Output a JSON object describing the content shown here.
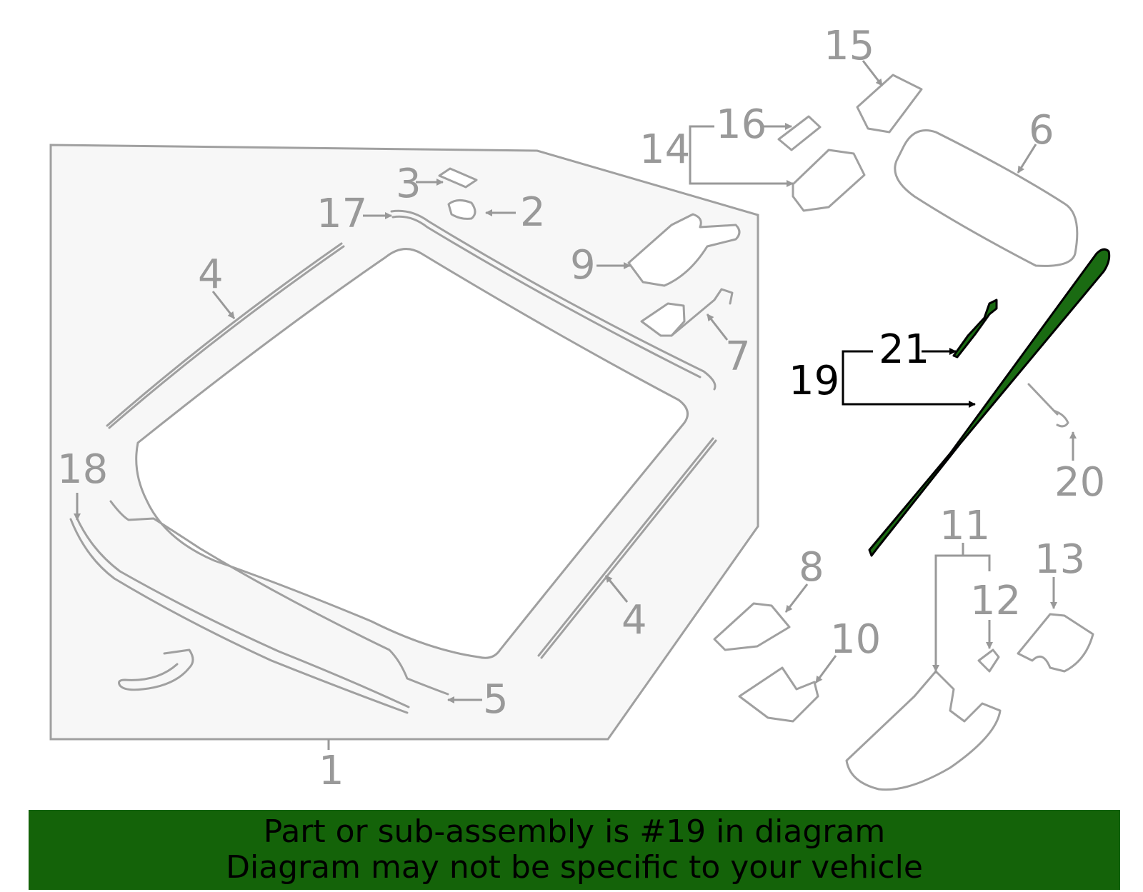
{
  "diagram": {
    "highlight_color": "#1a6b12",
    "callouts": {
      "c1": "1",
      "c2": "2",
      "c3": "3",
      "c4a": "4",
      "c4b": "4",
      "c5": "5",
      "c6": "6",
      "c7": "7",
      "c8": "8",
      "c9": "9",
      "c10": "10",
      "c11": "11",
      "c12": "12",
      "c13": "13",
      "c14": "14",
      "c15": "15",
      "c16": "16",
      "c17": "17",
      "c18": "18",
      "c19": "19",
      "c20": "20",
      "c21": "21"
    }
  },
  "banner": {
    "line1": "Part or sub-assembly is #19 in diagram",
    "line2": "Diagram may not be specific to your vehicle",
    "background": "#146309"
  }
}
